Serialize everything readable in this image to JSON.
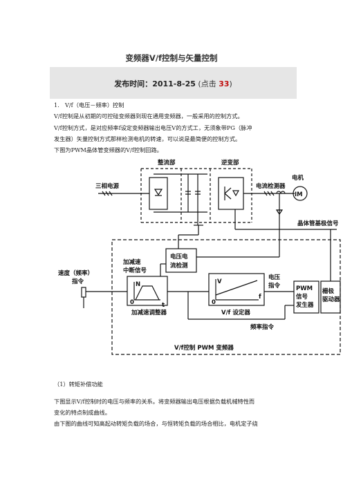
{
  "article": {
    "title": "变频器V/f控制与矢量控制",
    "published_label": "发布时间：",
    "published_date": "2011-8-25",
    "clicks_prefix": " (点击 ",
    "clicks_count": "33",
    "clicks_suffix": ")"
  },
  "section1": {
    "heading": "1.　V/f（电压－频率）控制",
    "paragraphs": [
      "V/f控制是从初期的可控硅变频器到现在通用变频器，一般采用的控制方式。",
      "V/f控制方式，是对应频率f设定变频器输出电压V的方式工，无须象带PG（脉冲",
      "发生器）矢量控制方式那样检测电机的转速，可以说是最简便的控制方式。",
      "下图为PWM晶体管变频器的V/f控制回路。"
    ]
  },
  "diagram": {
    "rectifier_label": "整流部",
    "inverter_label": "逆变部",
    "three_phase_label": "三相电源",
    "motor_label": "电机",
    "motor_symbol": "IM",
    "current_detector_label": "电流检测器",
    "transistor_base_label": "晶体管基极信号",
    "vi_detect_line1": "电压电",
    "vi_detect_line2": "流检测",
    "accel_interrupt_line1": "加减速",
    "accel_interrupt_line2": "中断信号",
    "speed_cmd_line1": "速度（频率）",
    "speed_cmd_line2": "指令",
    "accel_graph_n": "N",
    "accel_graph_zero": "0",
    "accel_graph_t": "t",
    "accel_regulator_label": "加减速调整器",
    "vf_graph_v": "V",
    "vf_graph_zero": "0",
    "vf_graph_f": "f",
    "vf_setter_label": "V/f 设定器",
    "voltage_cmd_line1": "电压",
    "voltage_cmd_line2": "指令",
    "pwm_line1": "PWM",
    "pwm_line2": "信号",
    "pwm_line3": "发生器",
    "gate_line1": "栅极",
    "gate_line2": "驱动器",
    "freq_cmd_label": "频率指令",
    "caption": "V/f控制 PWM 变频器"
  },
  "section2": {
    "heading": "（1）转矩补偿功能",
    "paragraphs": [
      "下图显示V/f控制时的电压与频率的关系。将变频器输出电压根据负载机械特性而",
      "变化的特点制成曲线。",
      "由下图的曲线可知高起动转矩负载的场合，与恒转矩负载的场合相比，电机定子绕"
    ]
  },
  "colors": {
    "meta_bar_bg": "#e6e6e6",
    "click_count": "#c01010"
  }
}
